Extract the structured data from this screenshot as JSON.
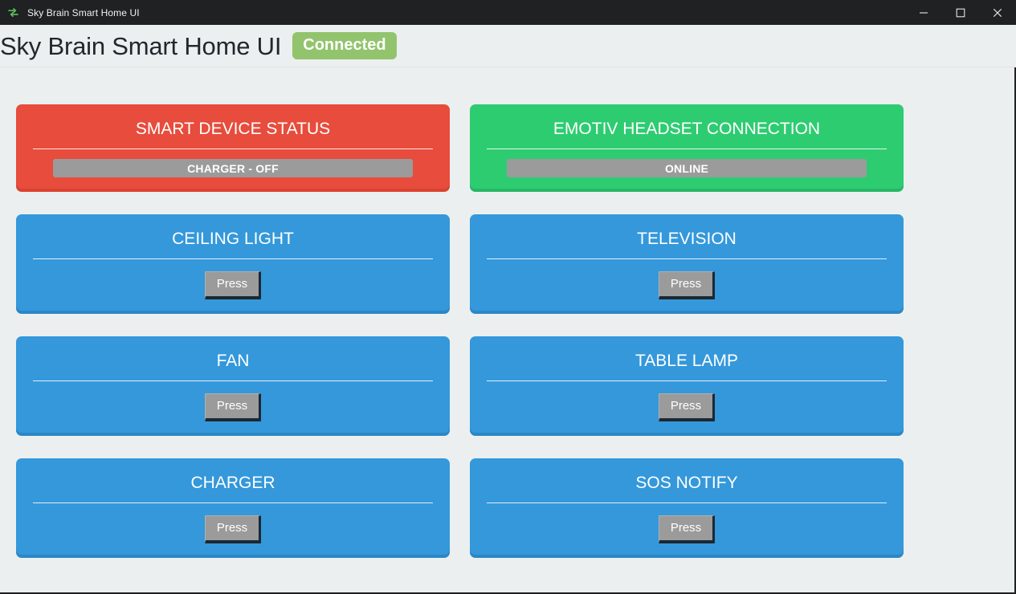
{
  "titlebar": {
    "app_icon": "transfer-arrows-icon",
    "icon_color": "#5cb85c",
    "title": "Sky Brain Smart Home UI",
    "minimize_label": "Minimize",
    "maximize_label": "Maximize",
    "close_label": "Close"
  },
  "header": {
    "title": "Sky Brain Smart Home UI",
    "status_badge": "Connected",
    "status_badge_color": "#92c46d"
  },
  "colors": {
    "red": "#e74c3c",
    "green": "#2ecc71",
    "blue": "#3498db",
    "gray": "#9b9b9b",
    "page_bg": "#eceff0"
  },
  "cards": [
    {
      "id": "smart-device-status",
      "variant": "red",
      "title": "SMART DEVICE STATUS",
      "kind": "status",
      "status_text": "CHARGER - OFF"
    },
    {
      "id": "emotiv-headset-connection",
      "variant": "green",
      "title": "EMOTIV HEADSET CONNECTION",
      "kind": "status",
      "status_text": "ONLINE"
    },
    {
      "id": "ceiling-light",
      "variant": "blue",
      "title": "CEILING LIGHT",
      "kind": "control",
      "button_label": "Press"
    },
    {
      "id": "television",
      "variant": "blue",
      "title": "TELEVISION",
      "kind": "control",
      "button_label": "Press"
    },
    {
      "id": "fan",
      "variant": "blue",
      "title": "FAN",
      "kind": "control",
      "button_label": "Press"
    },
    {
      "id": "table-lamp",
      "variant": "blue",
      "title": "TABLE LAMP",
      "kind": "control",
      "button_label": "Press"
    },
    {
      "id": "charger",
      "variant": "blue",
      "title": "CHARGER",
      "kind": "control",
      "button_label": "Press"
    },
    {
      "id": "sos-notify",
      "variant": "blue",
      "title": "SOS NOTIFY",
      "kind": "control",
      "button_label": "Press"
    }
  ]
}
